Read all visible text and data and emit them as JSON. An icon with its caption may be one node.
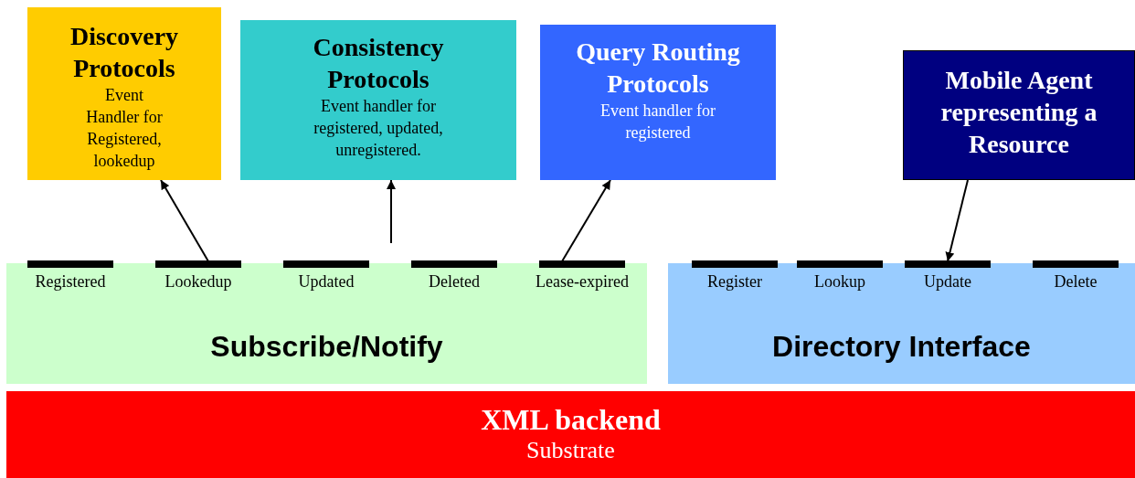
{
  "diagram": {
    "nodes": [
      {
        "text": [
          "Discovery Protocols",
          "Event Handler for Registered, lookedup"
        ]
      },
      {
        "text": [
          "Consistency Protocols",
          "Event handler for registered, updated, unregistered."
        ]
      },
      {
        "text": [
          "Query Routing Protocols",
          "Event handler for registered"
        ]
      },
      {
        "text": [
          "Mobile Agent representing a Resource"
        ]
      },
      {
        "text": [
          "Subscribe/Notify"
        ]
      },
      {
        "text": [
          "Registered"
        ],
        "in": 4
      },
      {
        "text": [
          "Lookedup"
        ],
        "in": 4
      },
      {
        "text": [
          "Updated"
        ],
        "in": 4
      },
      {
        "text": [
          "Deleted"
        ],
        "in": 4
      },
      {
        "text": [
          "Lease-expired"
        ],
        "in": 4
      },
      {
        "text": [
          "Directory Interface"
        ]
      },
      {
        "text": [
          "Register"
        ],
        "in": 10
      },
      {
        "text": [
          "Lookup"
        ],
        "in": 10
      },
      {
        "text": [
          "Update"
        ],
        "in": 10
      },
      {
        "text": [
          "Delete"
        ],
        "in": 10
      },
      {
        "text": [
          "XML backend",
          "Substrate"
        ]
      }
    ],
    "edges": [
      {
        "from": 6,
        "to": 0,
        "arrow": "to"
      },
      {
        "from": null,
        "to": 1,
        "arrow": "to"
      },
      {
        "from": 9,
        "to": 2,
        "arrow": "to"
      },
      {
        "from": 3,
        "to": 13,
        "arrow": "to"
      }
    ]
  }
}
